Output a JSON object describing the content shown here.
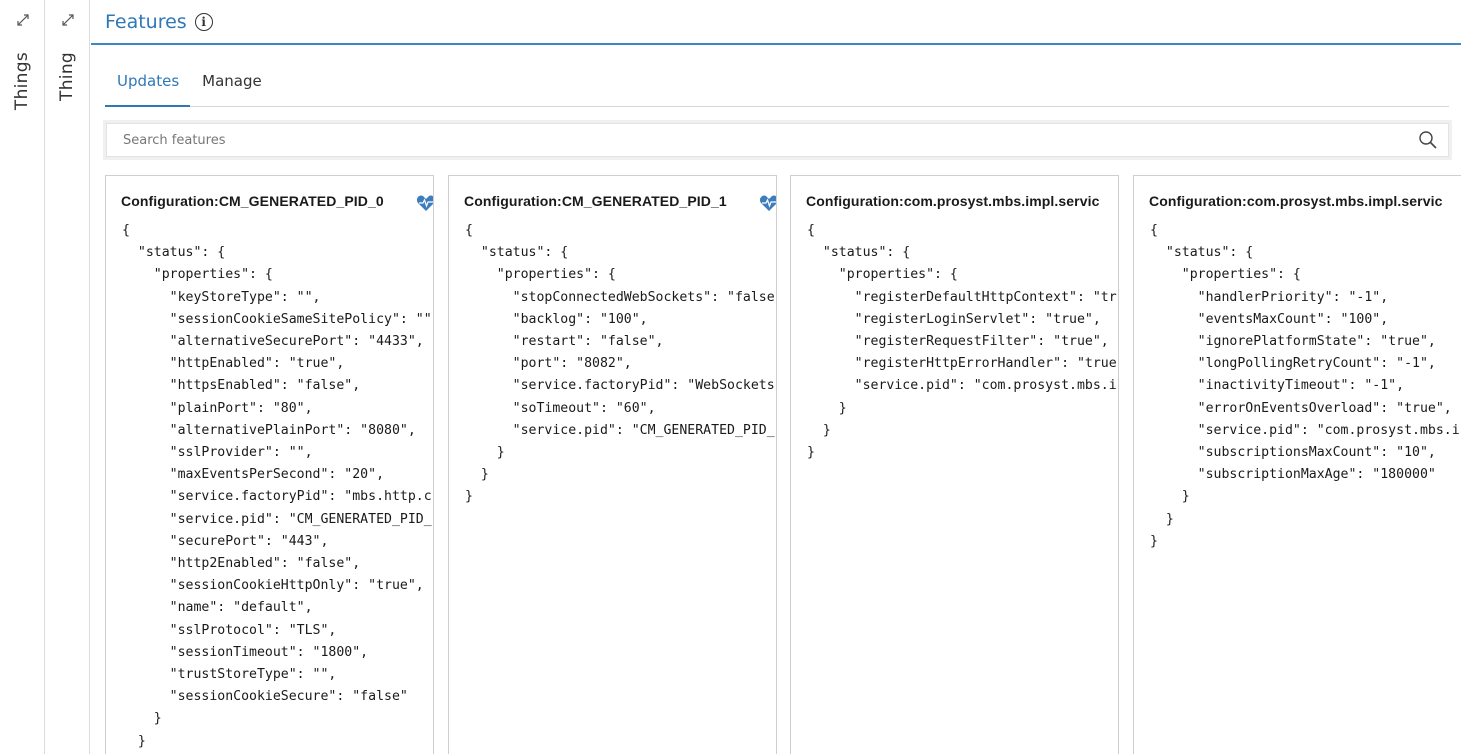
{
  "sidebar": {
    "panels": [
      {
        "label": "Things"
      },
      {
        "label": "Thing"
      }
    ]
  },
  "header": {
    "title": "Features"
  },
  "tabs": [
    {
      "label": "Updates",
      "active": true
    },
    {
      "label": "Manage",
      "active": false
    }
  ],
  "search": {
    "placeholder": "Search features",
    "value": ""
  },
  "colors": {
    "accent": "#2f78b8",
    "icon_blue": "#3d7dbd"
  },
  "cards": [
    {
      "title": "Configuration:CM_GENERATED_PID_0",
      "icon": "heart-pulse-icon",
      "json": "{\n  \"status\": {\n    \"properties\": {\n      \"keyStoreType\": \"\",\n      \"sessionCookieSameSitePolicy\": \"\",\n      \"alternativeSecurePort\": \"4433\",\n      \"httpEnabled\": \"true\",\n      \"httpsEnabled\": \"false\",\n      \"plainPort\": \"80\",\n      \"alternativePlainPort\": \"8080\",\n      \"sslProvider\": \"\",\n      \"maxEventsPerSecond\": \"20\",\n      \"service.factoryPid\": \"mbs.http.c\n      \"service.pid\": \"CM_GENERATED_PID_\n      \"securePort\": \"443\",\n      \"http2Enabled\": \"false\",\n      \"sessionCookieHttpOnly\": \"true\",\n      \"name\": \"default\",\n      \"sslProtocol\": \"TLS\",\n      \"sessionTimeout\": \"1800\",\n      \"trustStoreType\": \"\",\n      \"sessionCookieSecure\": \"false\"\n    }\n  }\n}"
    },
    {
      "title": "Configuration:CM_GENERATED_PID_1",
      "icon": "heart-pulse-icon",
      "json": "{\n  \"status\": {\n    \"properties\": {\n      \"stopConnectedWebSockets\": \"false\n      \"backlog\": \"100\",\n      \"restart\": \"false\",\n      \"port\": \"8082\",\n      \"service.factoryPid\": \"WebSockets\n      \"soTimeout\": \"60\",\n      \"service.pid\": \"CM_GENERATED_PID_\n    }\n  }\n}"
    },
    {
      "title": "Configuration:com.prosyst.mbs.impl.servic",
      "icon": "",
      "json": "{\n  \"status\": {\n    \"properties\": {\n      \"registerDefaultHttpContext\": \"tr\n      \"registerLoginServlet\": \"true\",\n      \"registerRequestFilter\": \"true\",\n      \"registerHttpErrorHandler\": \"true\n      \"service.pid\": \"com.prosyst.mbs.i\n    }\n  }\n}"
    },
    {
      "title": "Configuration:com.prosyst.mbs.impl.servic",
      "icon": "",
      "json": "{\n  \"status\": {\n    \"properties\": {\n      \"handlerPriority\": \"-1\",\n      \"eventsMaxCount\": \"100\",\n      \"ignorePlatformState\": \"true\",\n      \"longPollingRetryCount\": \"-1\",\n      \"inactivityTimeout\": \"-1\",\n      \"errorOnEventsOverload\": \"true\",\n      \"service.pid\": \"com.prosyst.mbs.i\n      \"subscriptionsMaxCount\": \"10\",\n      \"subscriptionMaxAge\": \"180000\"\n    }\n  }\n}"
    }
  ]
}
